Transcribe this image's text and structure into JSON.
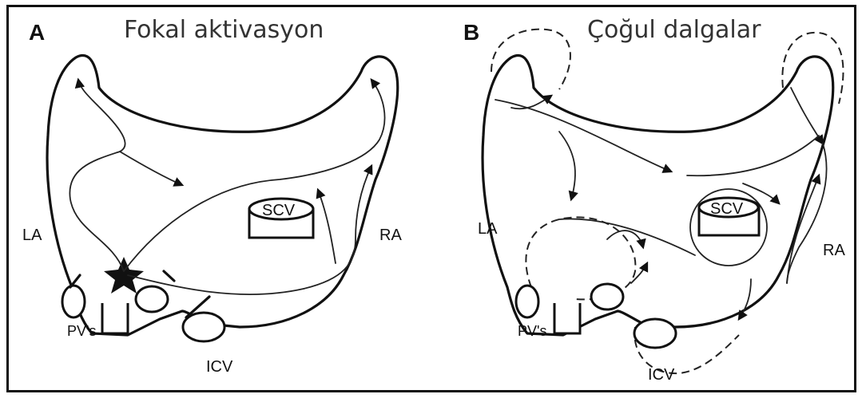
{
  "panel_a": {
    "letter": "A",
    "title": "Fokal aktivasyon",
    "labels": {
      "la": "LA",
      "ra": "RA",
      "scv": "SCV",
      "pvs": "PV's",
      "icv": "ICV"
    }
  },
  "panel_b": {
    "letter": "B",
    "title": "Çoğul dalgalar",
    "labels": {
      "la": "LA",
      "ra": "RA",
      "scv": "SCV",
      "pvs": "PV's",
      "icv": "ICV"
    }
  },
  "colors": {
    "stroke": "#111111",
    "background": "#ffffff"
  }
}
